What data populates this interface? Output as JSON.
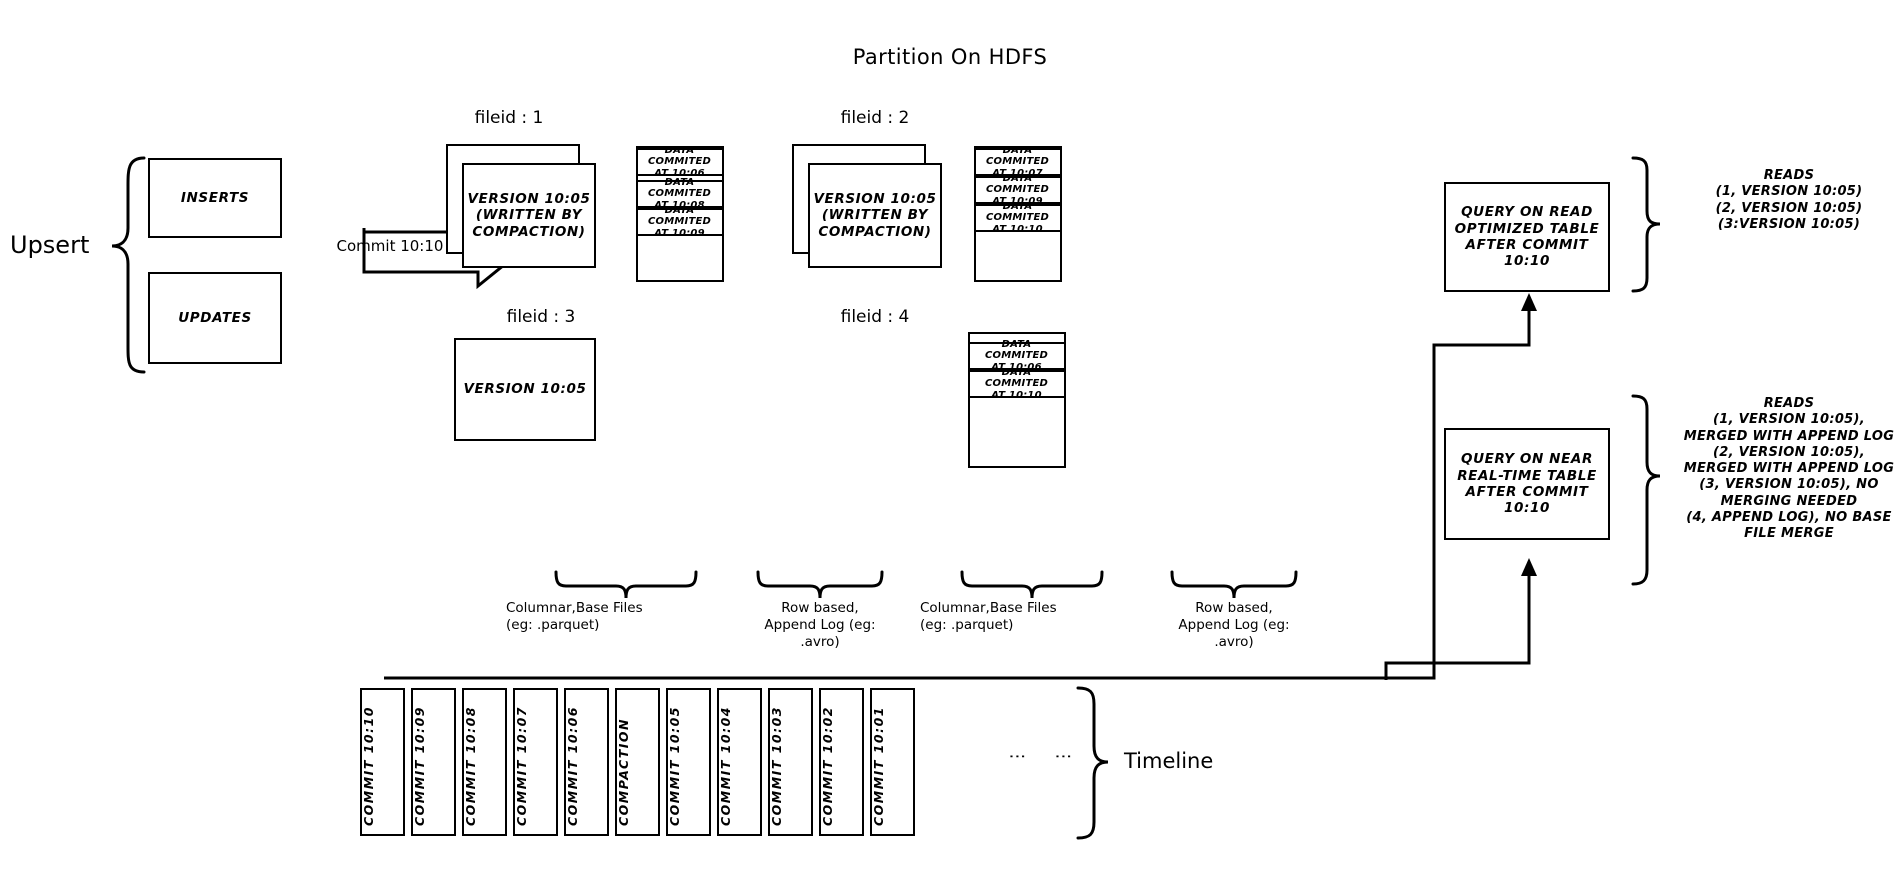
{
  "title": "Partition On HDFS",
  "left": {
    "upsert_label": "Upsert",
    "inserts_label": "INSERTS",
    "updates_label": "UPDATES",
    "commit_arrow_label": "Commit 10:10"
  },
  "filegroups": [
    {
      "fileid_label": "fileid : 1",
      "base_text": "VERSION 10:05\n(WRITTEN BY\nCOMPACTION)",
      "base_lines": [
        "VERSION 10:05",
        "(WRITTEN BY",
        "COMPACTION)"
      ],
      "stacked": true,
      "log_entries": [
        "DATA COMMITED\nAT 10:06",
        "DATA COMMITED\nAT 10:08",
        "DATA COMMITED\nAT 10:09"
      ]
    },
    {
      "fileid_label": "fileid : 2",
      "base_lines": [
        "VERSION 10:05",
        "(WRITTEN BY",
        "COMPACTION)"
      ],
      "stacked": true,
      "log_entries": [
        "DATA COMMITED\nAT 10:07",
        "DATA COMMITED\nAT 10:09",
        "DATA COMMITED\nAT 10:10"
      ]
    },
    {
      "fileid_label": "fileid : 3",
      "base_lines": [
        "VERSION 10:05"
      ],
      "stacked": false,
      "log_entries": []
    },
    {
      "fileid_label": "fileid : 4",
      "base_lines": [],
      "stacked": false,
      "log_entries": [
        "DATA COMMITED\nAT 10:06",
        "DATA COMMITED\nAT 10:10"
      ]
    }
  ],
  "captions": {
    "columnar_left": "Columnar,Base Files\n(eg: .parquet)",
    "columnar_left_lines": [
      "Columnar,Base Files",
      "(eg: .parquet)"
    ],
    "rowlog_left_lines": [
      "Row based,",
      "Append Log  (eg:",
      ".avro)"
    ],
    "columnar_right_lines": [
      "Columnar,Base Files",
      "(eg: .parquet)"
    ],
    "rowlog_right_lines": [
      "Row based,",
      "Append Log  (eg:",
      ".avro)"
    ]
  },
  "queries": {
    "read_optimized": {
      "lines": [
        "QUERY ON READ",
        "OPTIMIZED TABLE",
        "AFTER COMMIT",
        "10:10"
      ],
      "reads_lines": [
        "READS",
        "(1, VERSION 10:05)",
        "(2, VERSION 10:05)",
        "(3:VERSION 10:05)"
      ]
    },
    "near_real_time": {
      "lines": [
        "QUERY ON NEAR",
        "REAL-TIME TABLE",
        "AFTER COMMIT",
        "10:10"
      ],
      "reads_lines": [
        "READS",
        "(1, VERSION 10:05),",
        "MERGED WITH APPEND LOG",
        "(2, VERSION 10:05),",
        "MERGED WITH APPEND LOG",
        "(3, VERSION 10:05), NO",
        "MERGING NEEDED",
        "(4, APPEND LOG), NO BASE",
        "FILE MERGE"
      ]
    }
  },
  "timeline": {
    "label": "Timeline",
    "ellipsis": "⋮",
    "cells": [
      "COMMIT  10:10",
      "COMMIT  10:09",
      "COMMIT  10:08",
      "COMMIT  10:07",
      "COMMIT  10:06",
      "COMPACTION",
      "COMMIT  10:05",
      "COMMIT  10:04",
      "COMMIT  10:03",
      "COMMIT  10:02",
      "COMMIT  10:01"
    ]
  },
  "colors": {
    "stroke": "#000000",
    "background": "#ffffff"
  }
}
